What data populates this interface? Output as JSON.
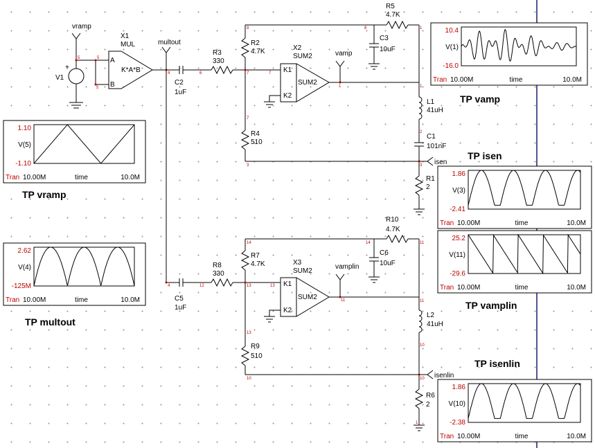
{
  "colors": {
    "wire": "#000000",
    "pin": "#c00000",
    "axis": "#c00000",
    "grid": "#9a9a9a",
    "border": "#1a1a6e"
  },
  "components": {
    "v1": {
      "ref": "V1",
      "plus": "+"
    },
    "vramp": {
      "label": "vramp"
    },
    "x1": {
      "ref": "X1",
      "type": "MUL",
      "fn": "K*A*B",
      "a": "A",
      "b": "B"
    },
    "multout": {
      "label": "multout"
    },
    "c2": {
      "ref": "C2",
      "value": "1uF"
    },
    "r3": {
      "ref": "R3",
      "value": "330"
    },
    "r2": {
      "ref": "R2",
      "value": "4.7K"
    },
    "r4": {
      "ref": "R4",
      "value": "510"
    },
    "x2": {
      "ref": "X2",
      "type": "SUM2",
      "inner": "SUM2",
      "k1": "K1",
      "k2": "K2"
    },
    "vamp": {
      "label": "vamp"
    },
    "r5": {
      "ref": "R5",
      "value": "4.7K"
    },
    "c3": {
      "ref": "C3",
      "value": "10uF"
    },
    "l1": {
      "ref": "L1",
      "value": "41uH"
    },
    "c1": {
      "ref": "C1",
      "value": "101nF"
    },
    "isen": {
      "label": "isen"
    },
    "r1": {
      "ref": "R1",
      "value": "2"
    },
    "c5": {
      "ref": "C5",
      "value": "1uF"
    },
    "r8": {
      "ref": "R8",
      "value": "330"
    },
    "r7": {
      "ref": "R7",
      "value": "4.7K"
    },
    "r9": {
      "ref": "R9",
      "value": "510"
    },
    "x3": {
      "ref": "X3",
      "type": "SUM2",
      "inner": "SUM2",
      "k1": "K1",
      "k2": "K2"
    },
    "vamplin": {
      "label": "vamplin"
    },
    "r10": {
      "ref": "R10",
      "value": "4.7K"
    },
    "c6": {
      "ref": "C6",
      "value": "10uF"
    },
    "l2": {
      "ref": "L2",
      "value": "41uH"
    },
    "isenlin": {
      "label": "isenlin"
    },
    "r6": {
      "ref": "R6",
      "value": "2"
    }
  },
  "nodes": {
    "n1": "1",
    "n2": "2",
    "n3": "3",
    "n4": "4",
    "n5": "5",
    "n6": "6",
    "n7": "7",
    "n8": "8",
    "n9": "9",
    "n10": "10",
    "n11": "11",
    "n12": "12",
    "n13": "13",
    "n14": "14"
  },
  "probes": [
    {
      "id": "vamp",
      "title": "TP vamp",
      "ymax": "10.4",
      "ymin": "-16.0",
      "var": "V(1)",
      "mode": "Tran",
      "xstart": "10.00M",
      "xlabel": "time",
      "xend": "10.0M",
      "shape": "chaotic"
    },
    {
      "id": "vramp",
      "title": "TP vramp",
      "ymax": "1.10",
      "ymin": "-1.10",
      "var": "V(5)",
      "mode": "Tran",
      "xstart": "10.00M",
      "xlabel": "time",
      "xend": "10.0M",
      "shape": "triangle"
    },
    {
      "id": "isen",
      "title": "TP isen",
      "ymax": "1.86",
      "ymin": "-2.41",
      "var": "V(3)",
      "mode": "Tran",
      "xstart": "10.00M",
      "xlabel": "time",
      "xend": "10.0M",
      "shape": "arches"
    },
    {
      "id": "multout",
      "title": "TP multout",
      "ymax": "2.62",
      "ymin": "-125M",
      "var": "V(4)",
      "mode": "Tran",
      "xstart": "10.00M",
      "xlabel": "time",
      "xend": "10.0M",
      "shape": "parabola"
    },
    {
      "id": "vamplin",
      "title": "TP vamplin",
      "ymax": "25.2",
      "ymin": "-29.6",
      "var": "V(11)",
      "mode": "Tran",
      "xstart": "10.00M",
      "xlabel": "time",
      "xend": "10.0M",
      "shape": "sawtooth"
    },
    {
      "id": "isenlin",
      "title": "TP isenlin",
      "ymax": "1.86",
      "ymin": "-2.38",
      "var": "V(10)",
      "mode": "Tran",
      "xstart": "10.00M",
      "xlabel": "time",
      "xend": "10.0M",
      "shape": "arches"
    }
  ]
}
